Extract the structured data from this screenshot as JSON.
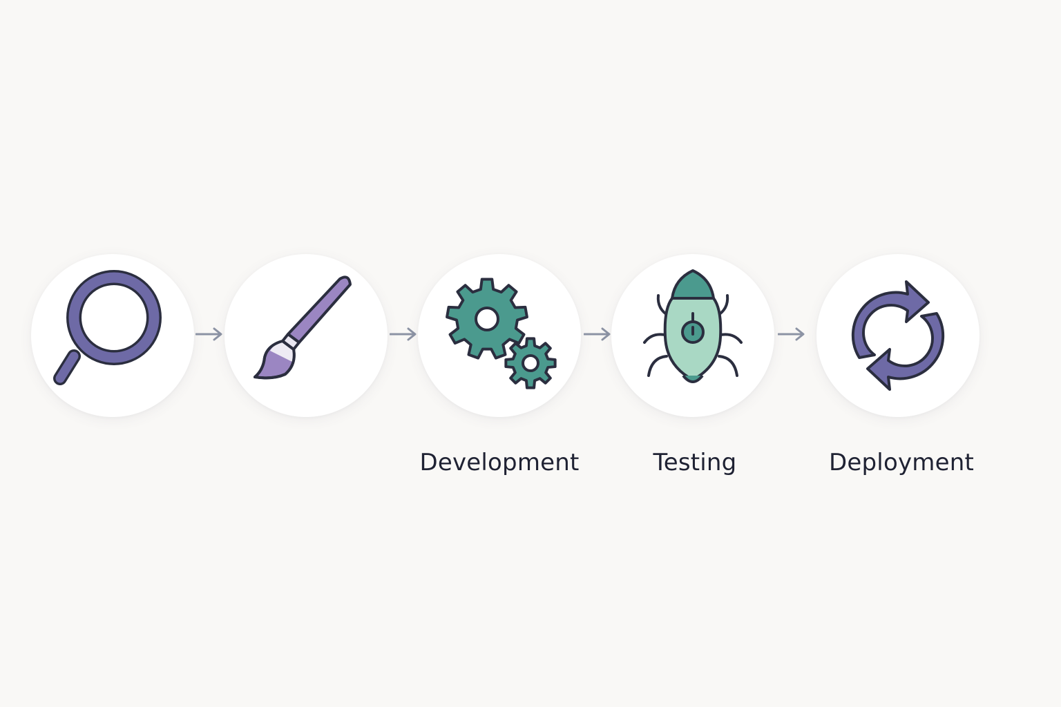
{
  "steps": [
    {
      "label": "",
      "icon": "magnifier-icon"
    },
    {
      "label": "",
      "icon": "paintbrush-icon"
    },
    {
      "label": "Development",
      "icon": "gears-icon"
    },
    {
      "label": "Testing",
      "icon": "bug-icon"
    },
    {
      "label": "Deployment",
      "icon": "refresh-cycle-icon"
    }
  ],
  "colors": {
    "background": "#f9f8f6",
    "purple": "#6e6aa6",
    "lavender": "#9b86c2",
    "teal": "#4b9a8e",
    "mint": "#a9d8c4",
    "outline": "#2b2e3f",
    "arrow": "#8c93a4",
    "label": "#1f2233"
  }
}
